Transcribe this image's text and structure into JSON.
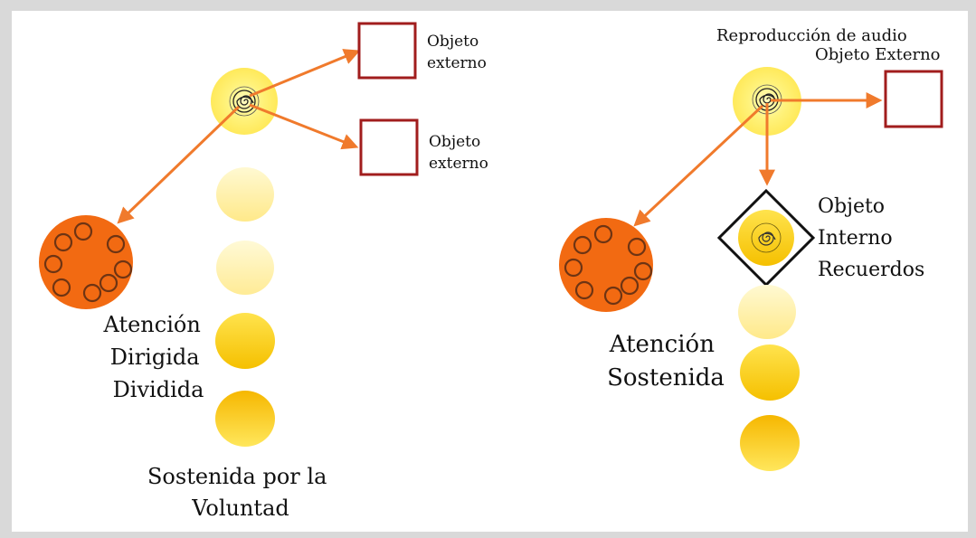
{
  "left": {
    "top_box_label": [
      "Objeto",
      "externo"
    ],
    "mid_box_label": [
      "Objeto",
      "externo"
    ],
    "main_label": [
      "Atención",
      "Dirigida",
      "Dividida"
    ],
    "bottom_label": [
      "Sostenida por la",
      "Voluntad"
    ]
  },
  "right": {
    "title_line1": "Reproducción de audio",
    "title_line2": "Objeto Externo",
    "internal_label": [
      "Objeto",
      "Interno",
      "Recuerdos"
    ],
    "main_label": [
      "Atención",
      "Sostenida"
    ]
  },
  "colors": {
    "arrow": "#f07a2c",
    "box": "#a11d1d",
    "orange_circle": "#f26a12",
    "yellow_glow": "#fff27a",
    "yellow_light": "#fff0a8",
    "yellow_deep": "#f8c400"
  }
}
